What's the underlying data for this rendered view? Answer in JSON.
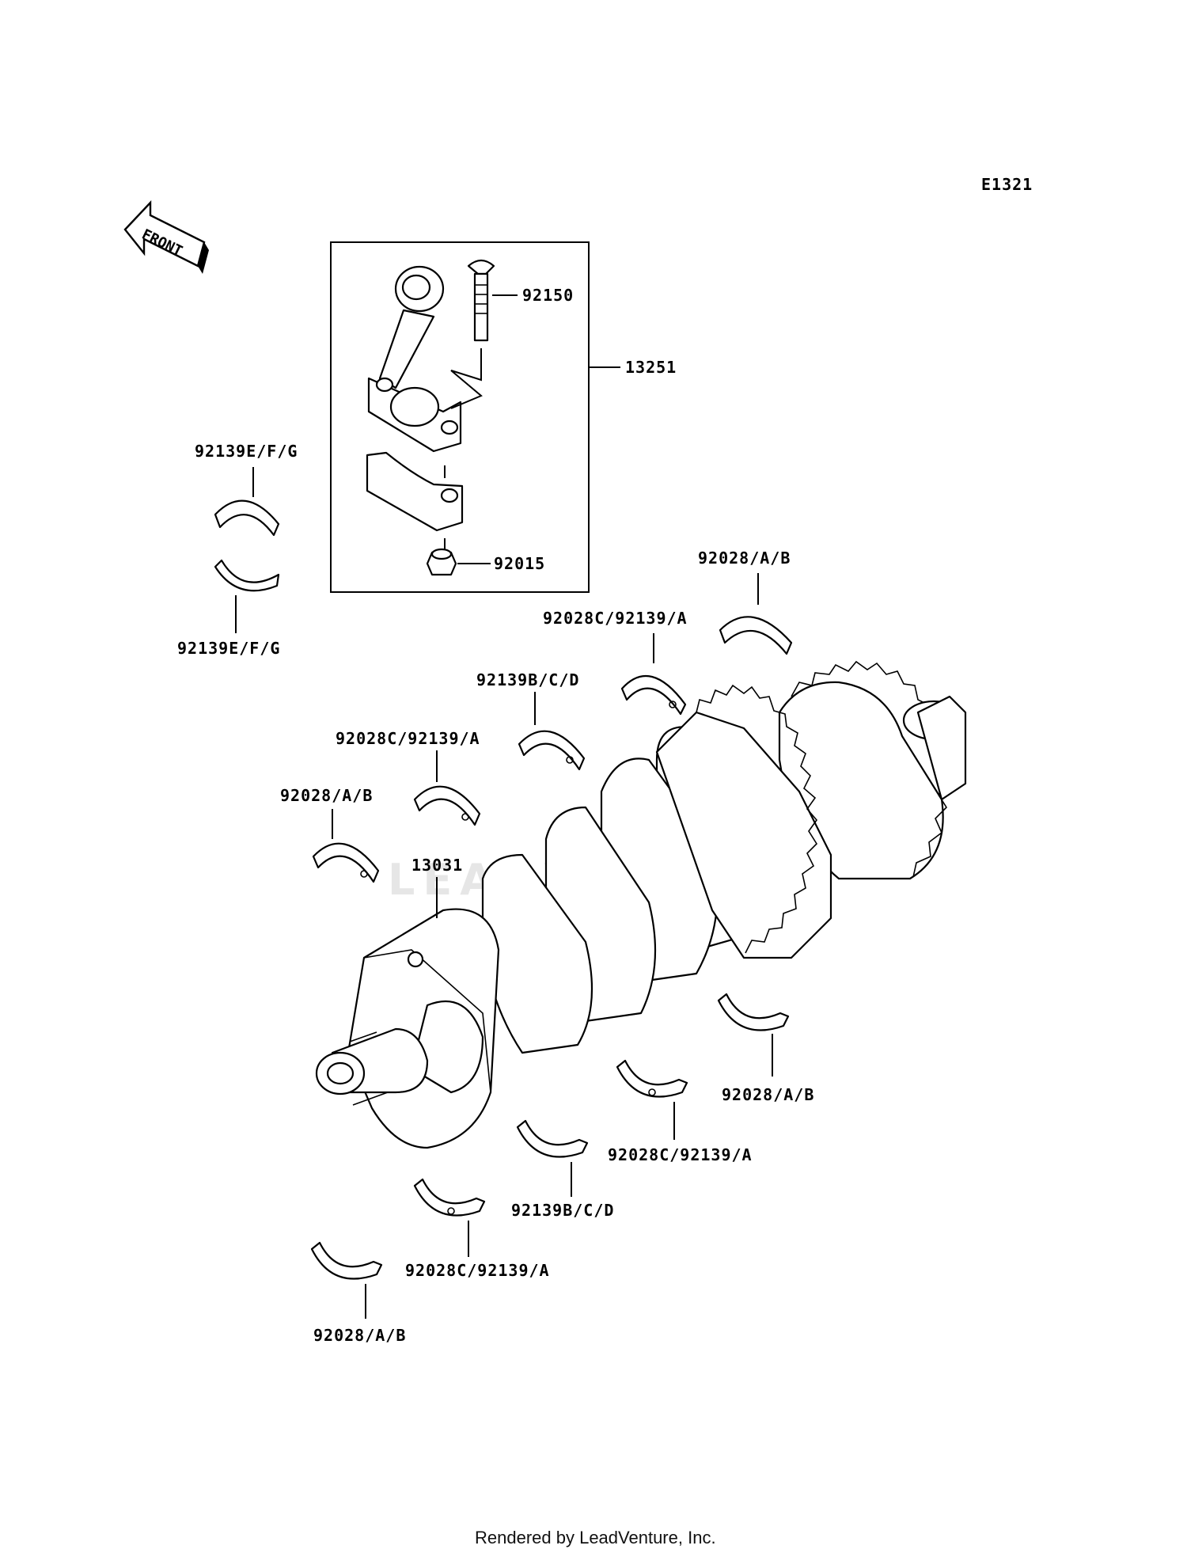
{
  "diagram_code": "E1321",
  "front_label": "FRONT",
  "watermark": "LEADVENTURE",
  "footer": "Rendered by LeadVenture, Inc.",
  "labels": {
    "bolt": "92150",
    "conrod_assy": "13251",
    "nut": "92015",
    "upper_left_bearing": "92139E/F/G",
    "lower_left_bearing": "92139E/F/G",
    "crankshaft": "13031",
    "upper_main_1": "92028/A/B",
    "upper_main_2": "92028C/92139/A",
    "upper_main_3": "92139B/C/D",
    "upper_main_4": "92028C/92139/A",
    "upper_main_5": "92028/A/B",
    "lower_main_1": "92028/A/B",
    "lower_main_2": "92028C/92139/A",
    "lower_main_3": "92139B/C/D",
    "lower_main_4": "92028C/92139/A",
    "lower_main_5": "92028/A/B"
  }
}
